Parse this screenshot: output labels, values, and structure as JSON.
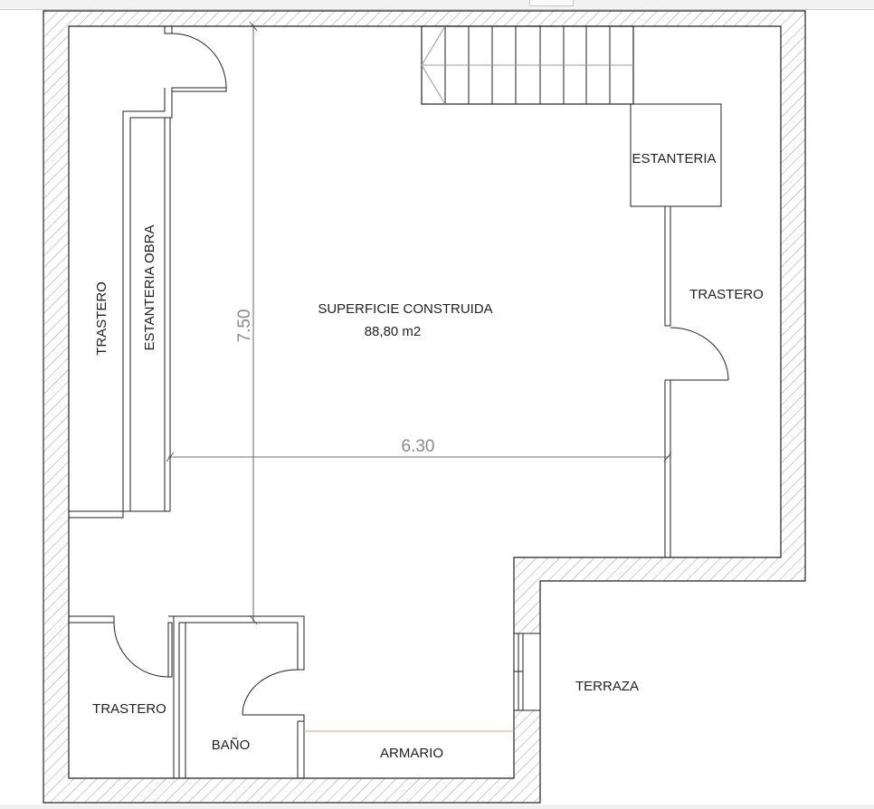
{
  "plan": {
    "labels": {
      "trastero_left": "TRASTERO",
      "estanteria_obra": "ESTANTERIA OBRA",
      "estanteria": "ESTANTERIA",
      "trastero_right": "TRASTERO",
      "superficie_title": "SUPERFICIE CONSTRUIDA",
      "superficie_value": "88,80 m2",
      "trastero_bottom": "TRASTERO",
      "bano": "BAÑO",
      "armario": "ARMARIO",
      "terraza": "TERRAZA"
    },
    "dimensions": {
      "vertical": "7.50",
      "horizontal": "6.30"
    },
    "colors": {
      "wall_line": "#222222",
      "hatch": "#9a9a9a",
      "dimension": "#8a8a8a",
      "armario_line": "#c9a88a"
    }
  }
}
